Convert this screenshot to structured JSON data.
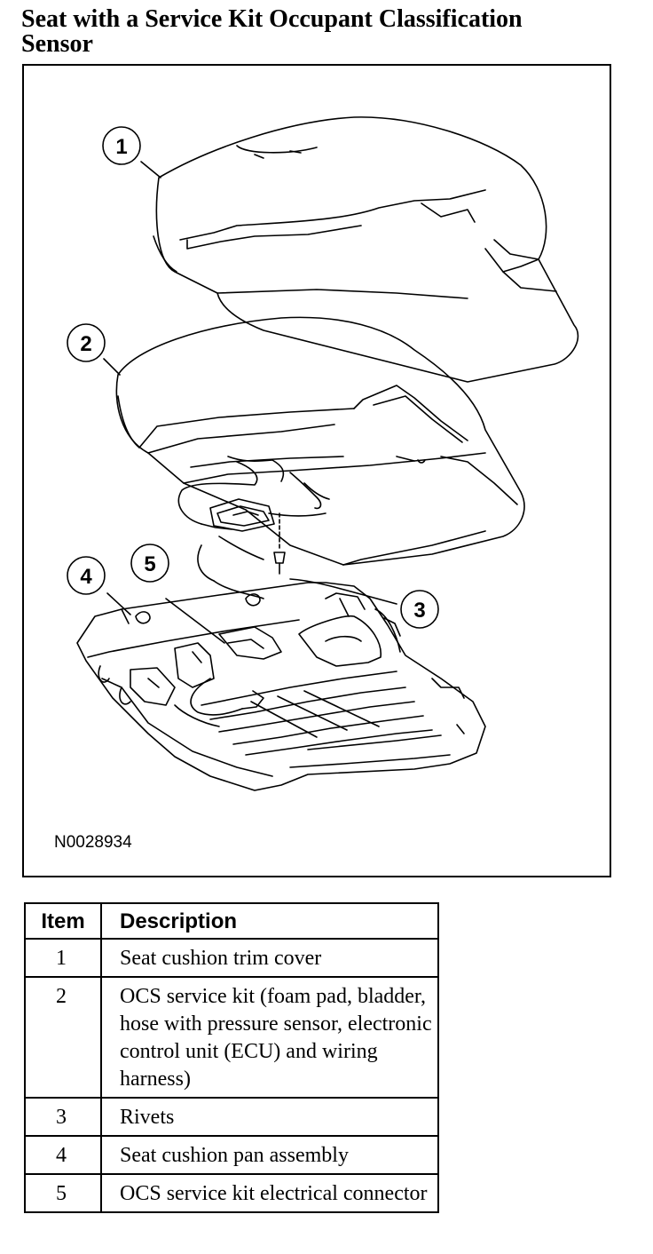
{
  "title": {
    "line1": "Seat with a Service Kit Occupant Classification",
    "line2": "Sensor"
  },
  "figure": {
    "id": "N0028934",
    "callouts": [
      "1",
      "2",
      "3",
      "4",
      "5"
    ]
  },
  "table": {
    "headers": {
      "item": "Item",
      "description": "Description"
    },
    "rows": [
      {
        "item": "1",
        "description": "Seat cushion trim cover"
      },
      {
        "item": "2",
        "description": "OCS service kit (foam pad, bladder, hose with pressure sensor, electronic control unit (ECU) and wiring harness)"
      },
      {
        "item": "3",
        "description": "Rivets"
      },
      {
        "item": "4",
        "description": "Seat cushion pan assembly"
      },
      {
        "item": "5",
        "description": "OCS service kit electrical connector"
      }
    ]
  }
}
